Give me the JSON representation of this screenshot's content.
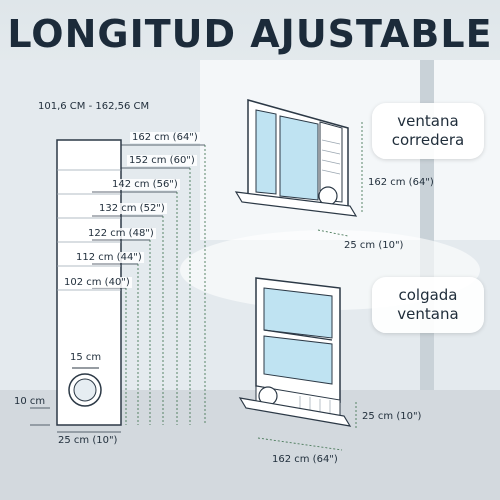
{
  "title": "LONGITUD AJUSTABLE",
  "range_label": "101,6 CM - 162,56 CM",
  "panel_lengths": [
    "162 cm (64\")",
    "152 cm (60\")",
    "142 cm (56\")",
    "132 cm (52\")",
    "122 cm (48\")",
    "112 cm (44\")",
    "102 cm (40\")"
  ],
  "hole_diameter": "15 cm",
  "bottom_offset": "10 cm",
  "panel_width": "25 cm (10\")",
  "sliding_window": {
    "label_line1": "ventana",
    "label_line2": "corredera",
    "height": "162 cm (64\")",
    "width": "25 cm (10\")"
  },
  "hung_window": {
    "label_line1": "colgada",
    "label_line2": "ventana",
    "height": "25 cm (10\")",
    "width": "162 cm (64\")"
  },
  "colors": {
    "title": "#1c2b3a",
    "line": "#2c3946",
    "dim_line": "#4a7a5a",
    "glass": "#bfe3f2"
  }
}
